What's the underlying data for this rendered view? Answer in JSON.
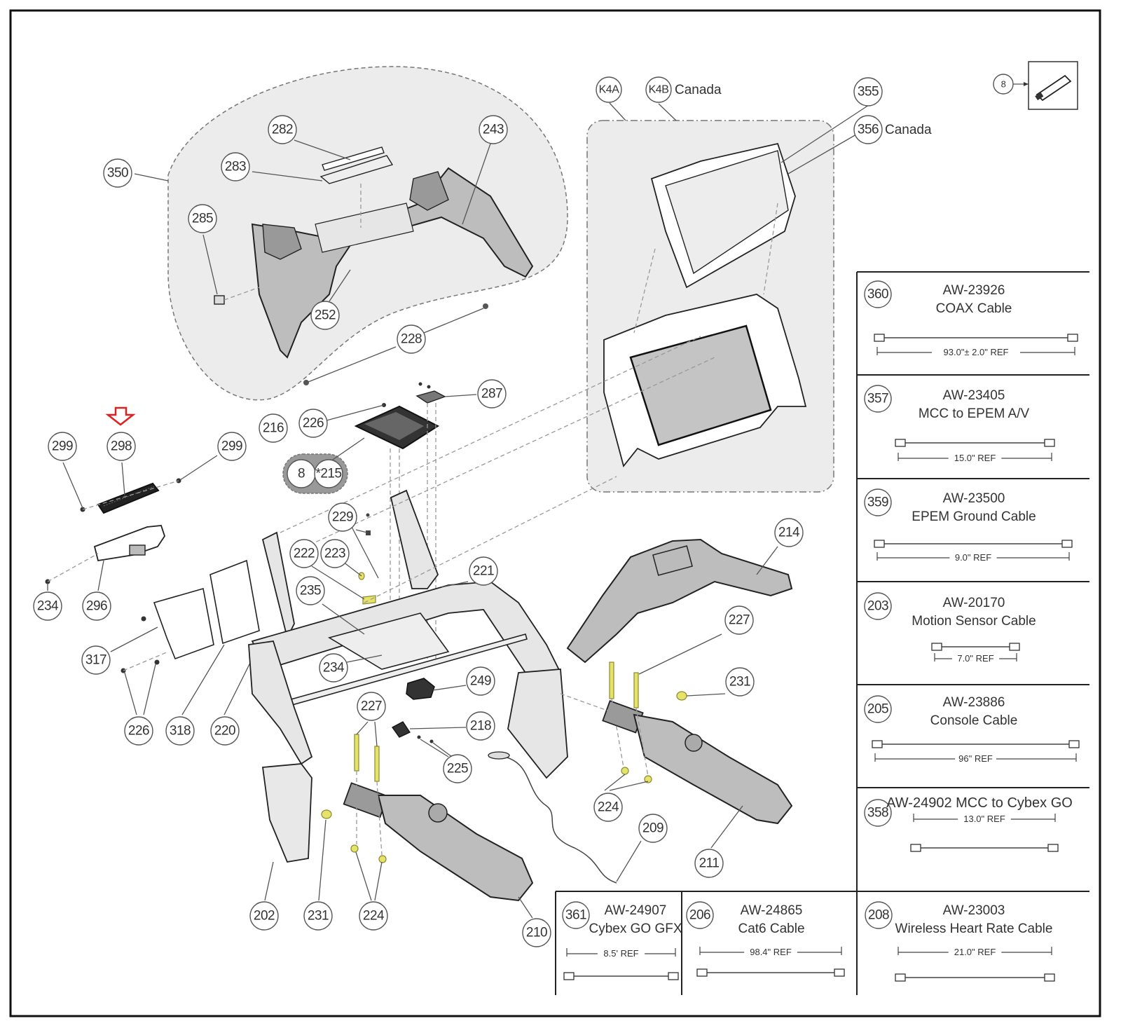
{
  "title": "Console / Frame Exploded Parts Diagram",
  "highlight": {
    "target_callout": "298",
    "indicator": "red-down-arrow",
    "color": "#e02020"
  },
  "callouts": {
    "c350": "350",
    "c282": "282",
    "c283": "283",
    "c243": "243",
    "c285": "285",
    "c252": "252",
    "c228": "228",
    "c287": "287",
    "c226a": "226",
    "c216": "216",
    "c8": "8",
    "c215": "*215",
    "c299a": "299",
    "c298": "298",
    "c299b": "299",
    "c229": "229",
    "c222": "222",
    "c223": "223",
    "c235": "235",
    "c221": "221",
    "c234a": "234",
    "c296": "296",
    "c317": "317",
    "c234b": "234",
    "c226b": "226",
    "c318": "318",
    "c220": "220",
    "c249": "249",
    "c227a": "227",
    "c218": "218",
    "c225": "225",
    "c202": "202",
    "c231a": "231",
    "c224a": "224",
    "c210": "210",
    "c214": "214",
    "c227b": "227",
    "c231b": "231",
    "c224b": "224",
    "c209": "209",
    "c211": "211",
    "cK4A": "K4A",
    "cK4B": "K4B",
    "c355": "355",
    "c356": "356",
    "cUsb8": "8"
  },
  "labels": {
    "k4b_note": "Canada",
    "c356_note": "Canada"
  },
  "cables": [
    {
      "callout": "360",
      "part_no": "AW-23926",
      "name": "COAX Cable",
      "ref": "93.0\"± 2.0\" REF"
    },
    {
      "callout": "357",
      "part_no": "AW-23405",
      "name": "MCC to EPEM A/V",
      "ref": "15.0\" REF"
    },
    {
      "callout": "359",
      "part_no": "AW-23500",
      "name": "EPEM Ground Cable",
      "ref": "9.0\" REF"
    },
    {
      "callout": "203",
      "part_no": "AW-20170",
      "name": "Motion Sensor Cable",
      "ref": "7.0\" REF"
    },
    {
      "callout": "205",
      "part_no": "AW-23886",
      "name": "Console Cable",
      "ref": "96\" REF"
    },
    {
      "callout": "358",
      "part_no": "AW-24902",
      "name": "AW-24902 MCC to Cybex GO",
      "ref": "13.0\" REF"
    },
    {
      "callout": "361",
      "part_no": "AW-24907",
      "name": "Cybex GO GFX",
      "ref": "8.5' REF"
    },
    {
      "callout": "206",
      "part_no": "AW-24865",
      "name": "Cat6 Cable",
      "ref": "98.4\" REF"
    },
    {
      "callout": "208",
      "part_no": "AW-23003",
      "name": "Wireless Heart Rate Cable",
      "ref": "21.0\" REF"
    }
  ]
}
